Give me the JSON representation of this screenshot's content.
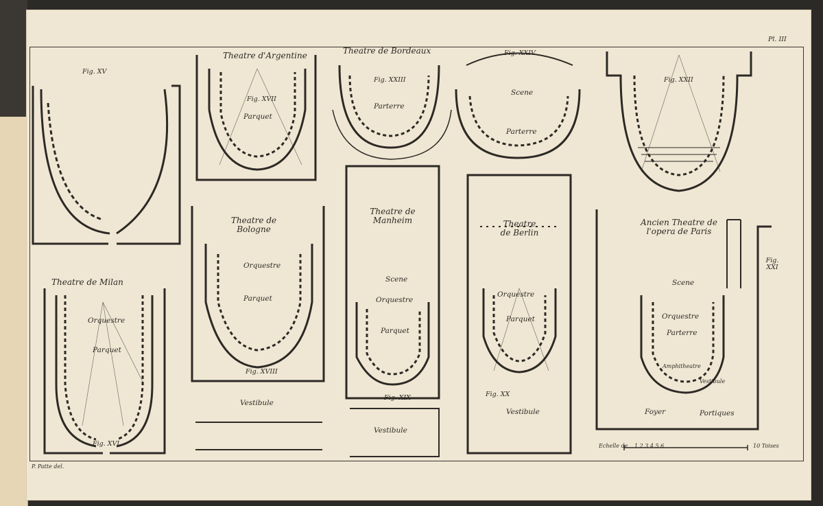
{
  "plate": {
    "number": "Pl. III",
    "signature": "P. Patte del.",
    "scale_label": "Echelle de",
    "scale_numbers": "1  2  3  4  5  6",
    "scale_unit": "10  Toises"
  },
  "figures": [
    {
      "fig": "Fig. XV",
      "title": ""
    },
    {
      "fig": "Fig. XVII",
      "title": "Theatre d'Argentine",
      "rooms": [
        "Parquet"
      ]
    },
    {
      "fig": "Fig. XXIII",
      "title": "Theatre de Bordeaux",
      "rooms": [
        "Parterre"
      ]
    },
    {
      "fig": "Fig. XXIV",
      "title": "",
      "rooms": [
        "Scene",
        "Parterre"
      ]
    },
    {
      "fig": "Fig. XXII",
      "title": ""
    },
    {
      "fig": "Fig. XVI",
      "title": "Theatre de Milan",
      "rooms": [
        "Orquestre",
        "Parquet"
      ]
    },
    {
      "fig": "Fig. XVIII",
      "title": "Theatre de Bologne",
      "rooms": [
        "Orquestre",
        "Parquet",
        "Vestibule"
      ]
    },
    {
      "fig": "Fig. XIX",
      "title": "Theatre de Manheim",
      "rooms": [
        "Scene",
        "Orquestre",
        "Parquet",
        "Vestibule"
      ]
    },
    {
      "fig": "Fig. XX",
      "title": "Theatre de Berlin",
      "rooms": [
        "Orquestre",
        "Parquet",
        "Vestibule"
      ]
    },
    {
      "fig": "Fig. XXI",
      "title": "Ancien Theatre de l'opera de Paris",
      "rooms": [
        "Scene",
        "Orquestre",
        "Parterre",
        "Amphitheatre",
        "Vestibule",
        "Foyer",
        "Portiques"
      ]
    }
  ],
  "colors": {
    "paper": "#efe7d3",
    "ink": "#2d2925",
    "background": "#2c2a27"
  }
}
